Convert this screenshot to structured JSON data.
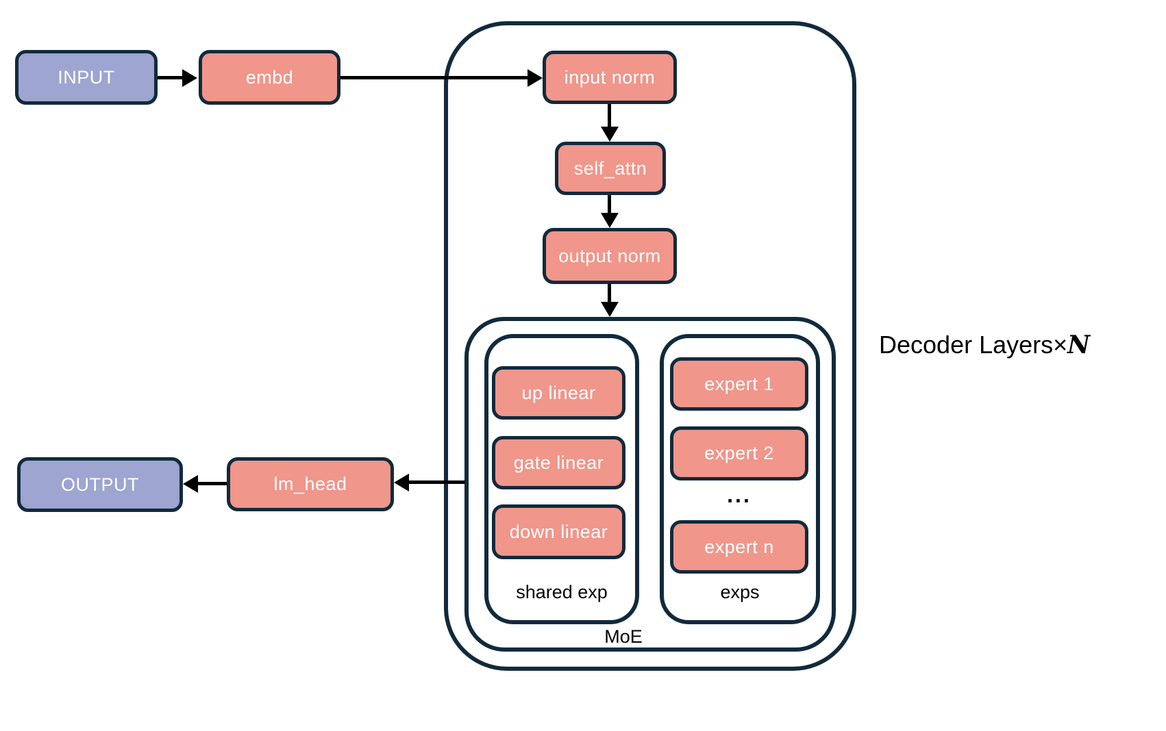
{
  "colors": {
    "io_fill": "#9da5d0",
    "module_fill": "#f0968b",
    "outline": "#112a3c",
    "arrow": "#000000",
    "box_text": "#ffffff",
    "label_text": "#000000"
  },
  "nodes": {
    "input": "INPUT",
    "embd": "embd",
    "input_norm": "input norm",
    "self_attn": "self_attn",
    "output_norm": "output norm",
    "lm_head": "lm_head",
    "output": "OUTPUT"
  },
  "moe": {
    "label": "MoE",
    "shared_exp": {
      "label": "shared exp",
      "layers": [
        "up linear",
        "gate linear",
        "down linear"
      ]
    },
    "experts": {
      "label": "exps",
      "items": [
        "expert 1",
        "expert 2",
        "expert n"
      ],
      "ellipsis": "..."
    }
  },
  "annotations": {
    "decoder_layers_prefix": "Decoder Layers",
    "decoder_layers_times": "×",
    "decoder_layers_n": "N"
  }
}
